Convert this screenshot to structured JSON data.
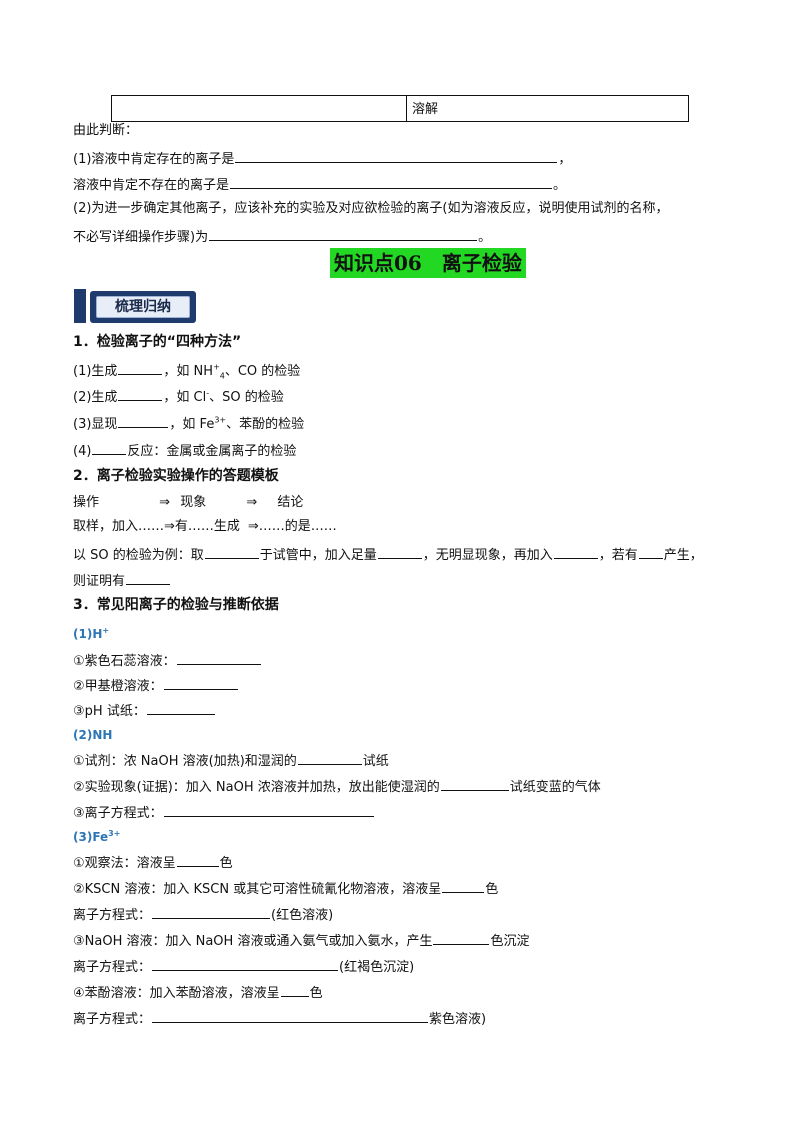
{
  "table_top": {
    "cell_right": "溶解"
  },
  "q_intro": "由此判断：",
  "q1a": {
    "prefix": "(1)溶液中肯定存在的离子是",
    "suffix": "，"
  },
  "q1b": {
    "prefix": "溶液中肯定不存在的离子是",
    "suffix": "。"
  },
  "q2a": "(2)为进一步确定其他离子，应该补充的实验及对应欲检验的离子(如为溶液反应，说明使用试剂的名称，",
  "q2b": {
    "prefix": "不必写详细操作步骤)为",
    "suffix": "。"
  },
  "section_title": "知识点06　离子检验",
  "badge_label": "梳理归纳",
  "h1": {
    "num": "1．",
    "text": "检验离子的“四种方法”"
  },
  "m1": {
    "a": "(1)生成",
    "b": "，如 NH",
    "sup": "+",
    "c": "、CO 的检验",
    "sub4": "4"
  },
  "m2": {
    "a": "(2)生成",
    "b": "，如 Cl",
    "sup": "-",
    "c": "、SO 的检验"
  },
  "m3": {
    "a": "(3)显现",
    "b": "，如 Fe",
    "sup": "3+",
    "c": "、苯酚的检验"
  },
  "m4": {
    "a": "(4)",
    "b": "反应：金属或金属离子的检验"
  },
  "h2": {
    "num": "2．",
    "text": "离子检验实验操作的答题模板"
  },
  "tpl1": {
    "a": "操作",
    "arrow1": "⇒",
    "b": "现象",
    "arrow2": "⇒",
    "c": "结论"
  },
  "tpl2": {
    "a": "取样，加入……⇒有……生成",
    "b": "⇒……的是……"
  },
  "ex1": {
    "a": "以 SO 的检验为例：取",
    "b": "于试管中，加入足量",
    "c": "，无明显现象，再加入",
    "d": "，若有",
    "e": "产生，"
  },
  "ex2": {
    "a": "则证明有"
  },
  "h3": {
    "num": "3．",
    "text": "常见阳离子的检验与推断依据"
  },
  "s1": {
    "label": "(1)H",
    "sup": "+"
  },
  "s1a": "①紫色石蕊溶液：",
  "s1b": "②甲基橙溶液：",
  "s1c": "③pH 试纸：",
  "s2": {
    "label": "(2)NH"
  },
  "s2a": {
    "a": "①试剂：浓 NaOH 溶液(加热)和湿润的",
    "b": "试纸"
  },
  "s2b": {
    "a": "②实验现象(证据)：加入 NaOH 浓溶液并加热，放出能使湿润的",
    "b": "试纸变蓝的气体"
  },
  "s2c": "③离子方程式：",
  "s3": {
    "label": "(3)Fe",
    "sup": "3+"
  },
  "s3a": {
    "a": "①观察法：溶液呈",
    "b": "色"
  },
  "s3b": {
    "a": "②KSCN 溶液：加入 KSCN 或其它可溶性硫氰化物溶液，溶液呈",
    "b": "色"
  },
  "s3c": {
    "a": "离子方程式：",
    "b": "(红色溶液)"
  },
  "s3d": {
    "a": "③NaOH 溶液：加入 NaOH 溶液或通入氨气或加入氨水，产生",
    "b": "色沉淀"
  },
  "s3e": {
    "a": "离子方程式：",
    "b": "(红褐色沉淀)"
  },
  "s3f": {
    "a": "④苯酚溶液：加入苯酚溶液，溶液呈",
    "b": "色"
  },
  "s3g": {
    "a": "离子方程式：",
    "b": "紫色溶液)"
  }
}
